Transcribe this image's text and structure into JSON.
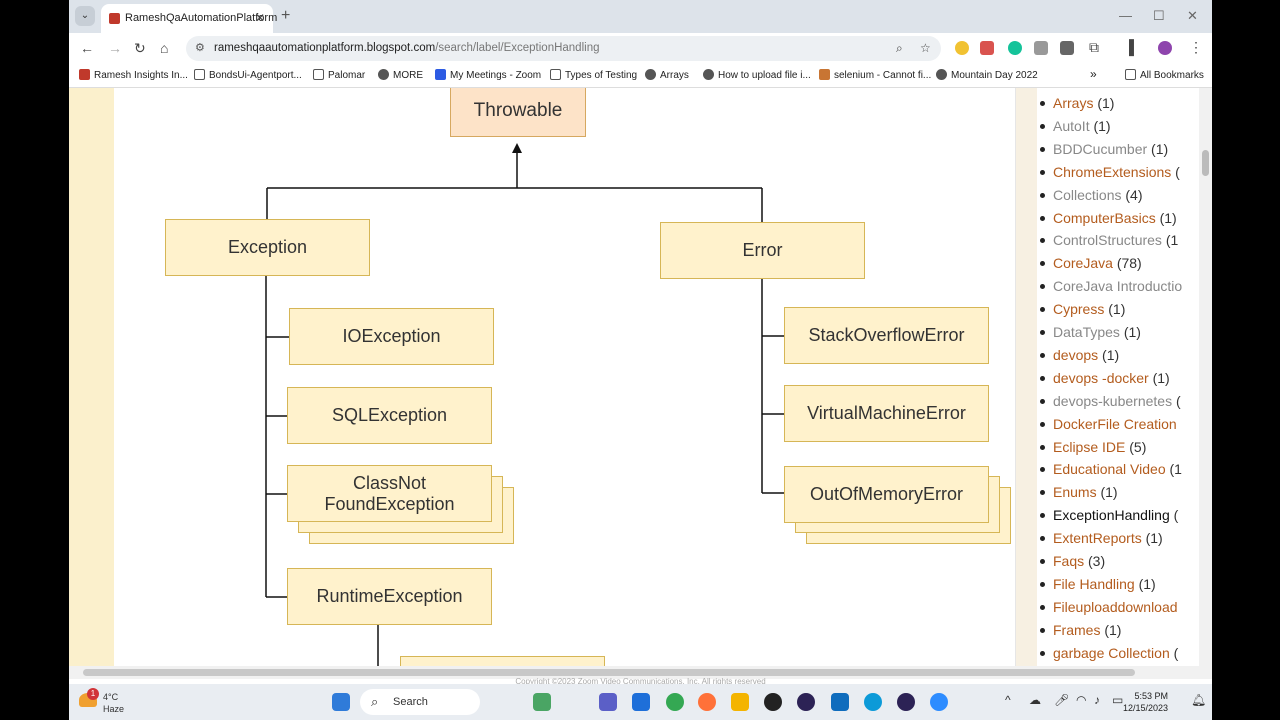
{
  "browser": {
    "tab_title": "RameshQaAutomationPlatform",
    "url_host": "rameshqaautomationplatform.blogspot.com",
    "url_path": "/search/label/ExceptionHandling",
    "bookmarks": [
      "Ramesh Insights In...",
      "BondsUi-Agentport...",
      "Palomar",
      "MORE",
      "My Meetings - Zoom",
      "Types of Testing",
      "Arrays",
      "How to upload file i...",
      "selenium - Cannot fi...",
      "Mountain Day 2022"
    ],
    "all_bookmarks": "All Bookmarks",
    "more_bookmarks": "»"
  },
  "diagram": {
    "root": "Throwable",
    "exception": "Exception",
    "error": "Error",
    "io": "IOException",
    "sql": "SQLException",
    "cnf_line1": "ClassNot",
    "cnf_line2": "FoundException",
    "runtime": "RuntimeException",
    "stackoverflow": "StackOverflowError",
    "vm": "VirtualMachineError",
    "oom": "OutOfMemoryError"
  },
  "sidebar": {
    "labels": [
      {
        "name": "Arrays",
        "count": "(1)"
      },
      {
        "name": "AutoIt",
        "count": "(1)"
      },
      {
        "name": "BDDCucumber",
        "count": "(1)"
      },
      {
        "name": "ChromeExtensions",
        "count": "("
      },
      {
        "name": "Collections",
        "count": "(4)"
      },
      {
        "name": "ComputerBasics",
        "count": "(1)"
      },
      {
        "name": "ControlStructures",
        "count": "(1"
      },
      {
        "name": "CoreJava",
        "count": "(78)"
      },
      {
        "name": "CoreJava Introductio",
        "count": ""
      },
      {
        "name": "Cypress",
        "count": "(1)"
      },
      {
        "name": "DataTypes",
        "count": "(1)"
      },
      {
        "name": "devops",
        "count": "(1)"
      },
      {
        "name": "devops -docker",
        "count": "(1)"
      },
      {
        "name": "devops-kubernetes",
        "count": "("
      },
      {
        "name": "DockerFile Creation",
        "count": ""
      },
      {
        "name": "Eclipse IDE",
        "count": "(5)"
      },
      {
        "name": "Educational Video",
        "count": "(1"
      },
      {
        "name": "Enums",
        "count": "(1)"
      },
      {
        "name": "ExceptionHandling",
        "count": "("
      },
      {
        "name": "ExtentReports",
        "count": "(1)"
      },
      {
        "name": "Faqs",
        "count": "(3)"
      },
      {
        "name": "File Handling",
        "count": "(1)"
      },
      {
        "name": "Fileuploaddownload",
        "count": ""
      },
      {
        "name": "Frames",
        "count": "(1)"
      },
      {
        "name": "garbage Collection",
        "count": "("
      }
    ]
  },
  "footer": {
    "copyright": "Copyright ©2023 Zoom Video Communications, Inc. All rights reserved"
  },
  "taskbar": {
    "weather_temp": "4°C",
    "weather_desc": "Haze",
    "weather_badge": "1",
    "search_label": "Search",
    "time": "5:53 PM",
    "date": "12/15/2023"
  },
  "colors": {
    "box_fill": "#fff2cc",
    "box_border": "#d6b656",
    "link": "#b35c1e",
    "root_fill": "#fde3c8"
  }
}
